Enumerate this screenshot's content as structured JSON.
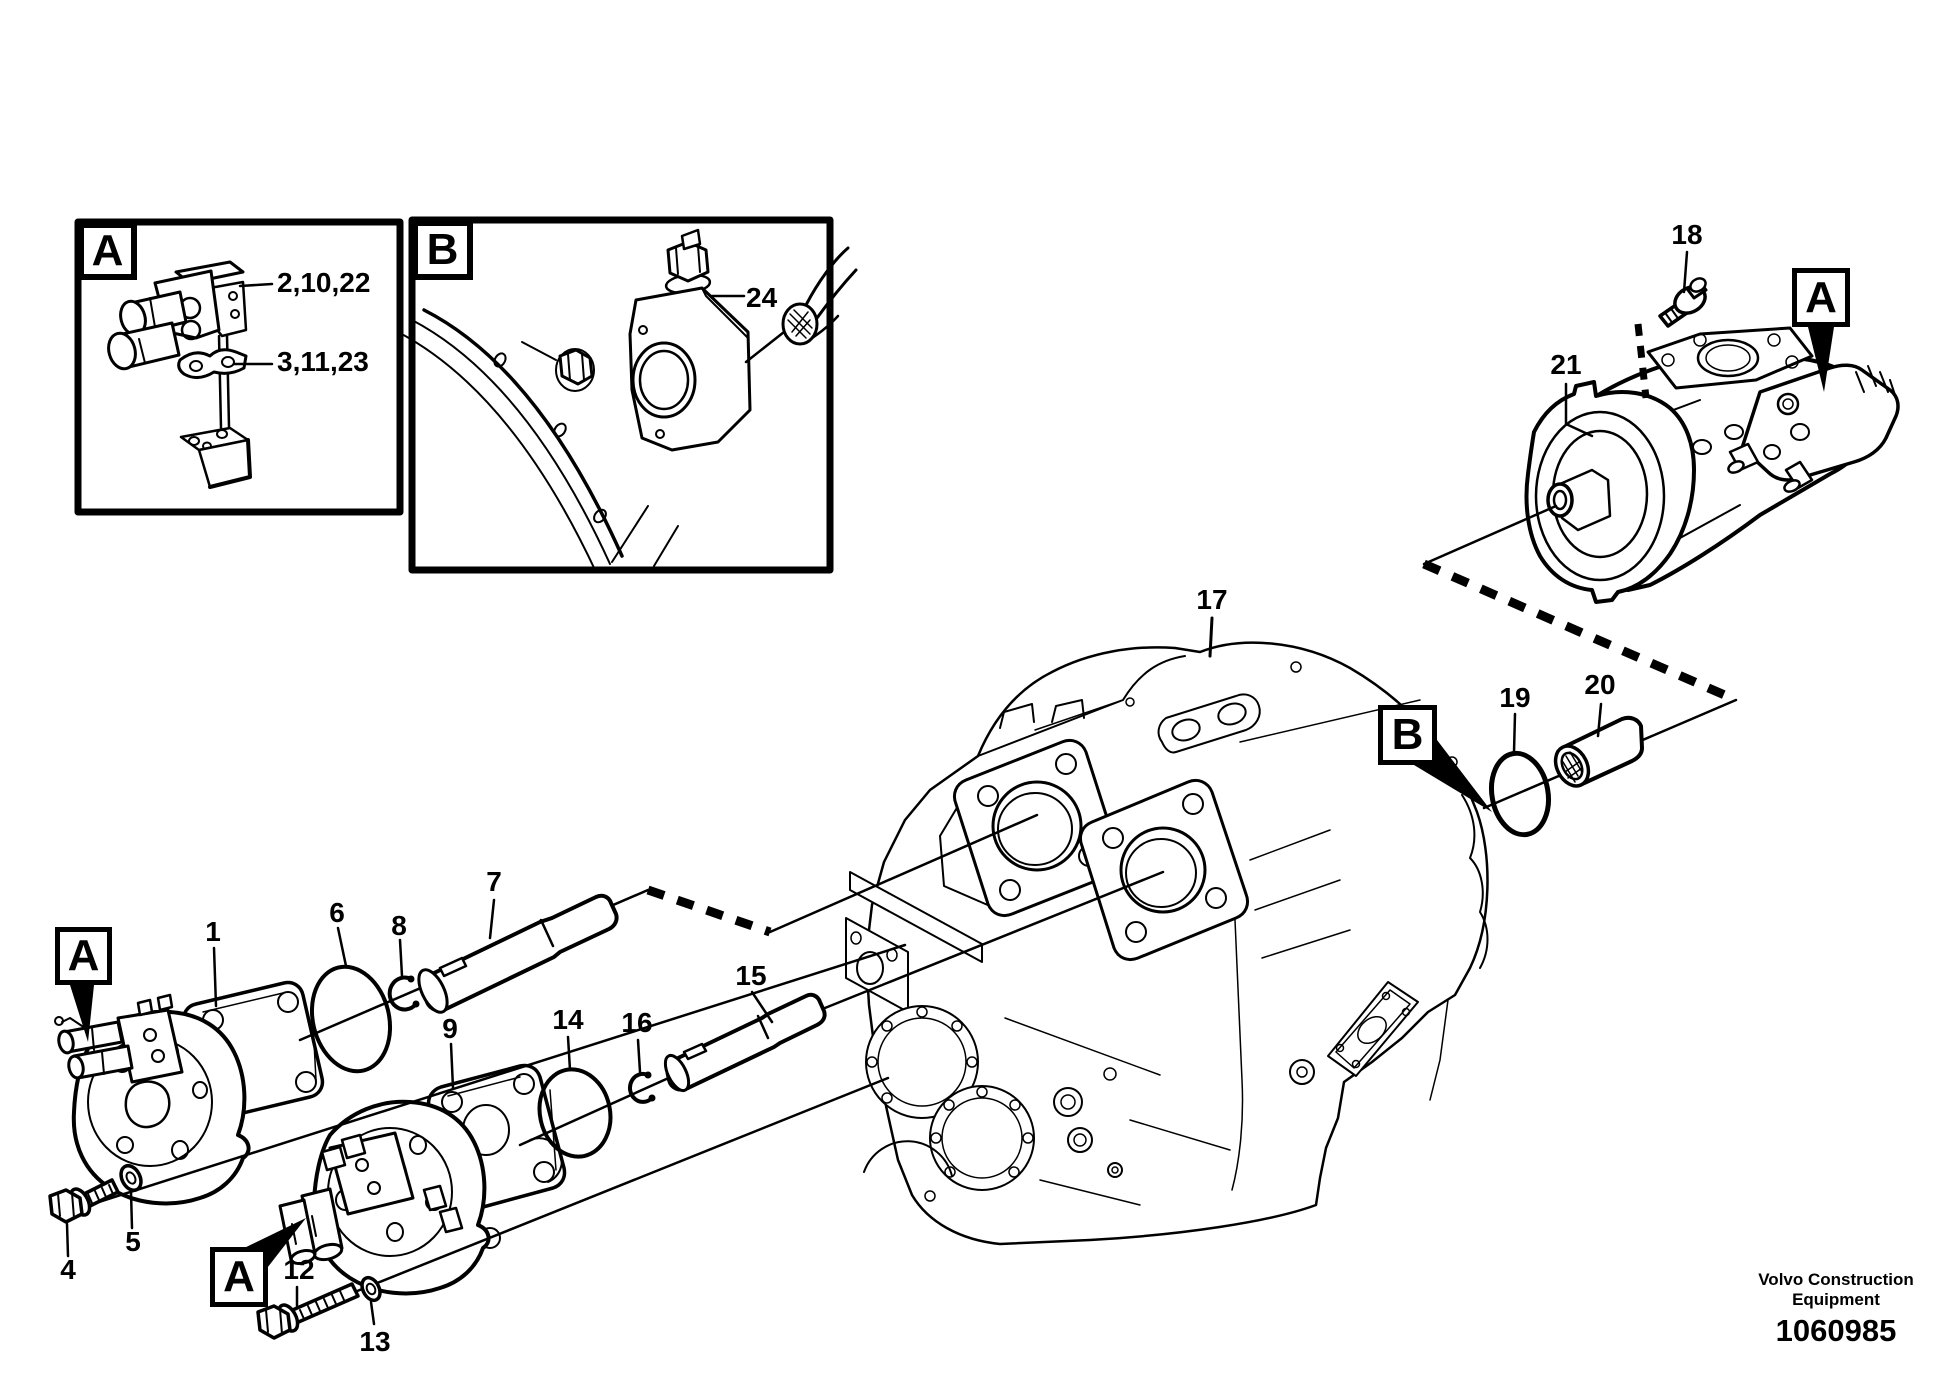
{
  "figure": {
    "type": "exploded-parts-diagram",
    "subject": "Hydraulic pump installation on transmission",
    "colors": {
      "ink": "#000000",
      "paper": "#ffffff"
    }
  },
  "letters": {
    "a": "A",
    "b": "B"
  },
  "labels": {
    "n1": "1",
    "n4": "4",
    "n5": "5",
    "n6": "6",
    "n7": "7",
    "n8": "8",
    "n9": "9",
    "n12": "12",
    "n13": "13",
    "n14": "14",
    "n15": "15",
    "n16": "16",
    "n17": "17",
    "n18": "18",
    "n19": "19",
    "n20": "20",
    "n21": "21",
    "n24": "24",
    "g1": "2,10,22",
    "g2": "3,11,23"
  },
  "footer": {
    "brand_line1": "Volvo Construction",
    "brand_line2": "Equipment",
    "doc_number": "1060985"
  }
}
